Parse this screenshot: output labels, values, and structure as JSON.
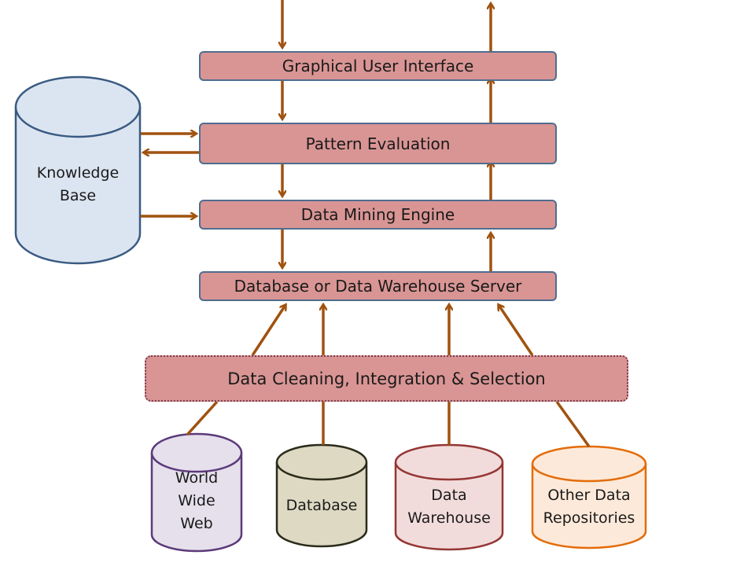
{
  "boxes": {
    "gui": "Graphical User Interface",
    "pattern": "Pattern Evaluation",
    "engine": "Data Mining Engine",
    "server": "Database or Data Warehouse Server",
    "cleaning": "Data Cleaning, Integration & Selection"
  },
  "knowledge_base": "Knowledge\nBase",
  "sources": {
    "www": "World\nWide\nWeb",
    "database": "Database",
    "warehouse": "Data\nWarehouse",
    "other": "Other Data\nRepositories"
  },
  "colors": {
    "arrow": "#a0520f",
    "box_fill": "#d99594",
    "box_border": "#4f6d8f",
    "knowledge_fill": "#dbe5f1",
    "www_fill": "#e5e0ec",
    "database_fill": "#ddd9c3",
    "warehouse_fill": "#f2dcdb",
    "other_fill": "#fde9d9"
  }
}
